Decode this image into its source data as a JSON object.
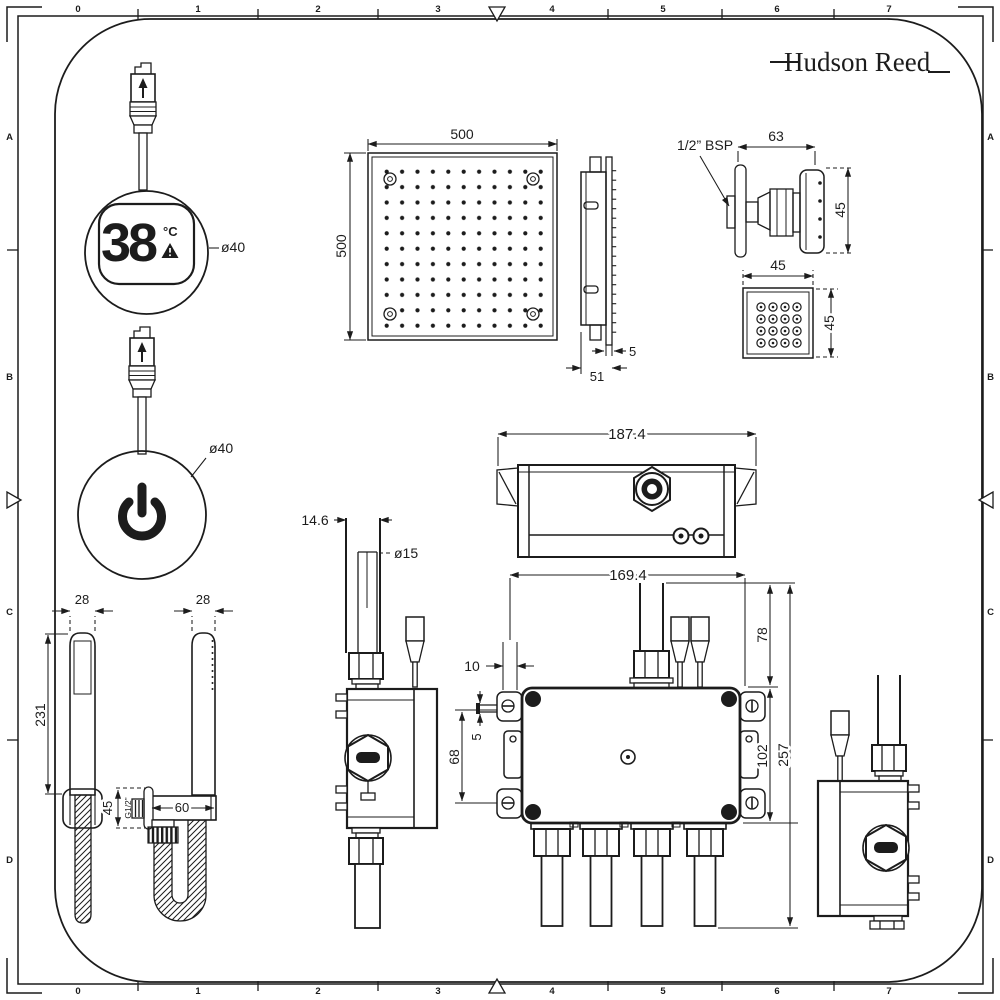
{
  "colors": {
    "ink": "#1c1c1c",
    "paper": "#ffffff"
  },
  "brand": {
    "name": "Hudson Reed"
  },
  "frame": {
    "top_ruler": [
      "0",
      "1",
      "2",
      "3",
      "4",
      "5",
      "6",
      "7"
    ],
    "bottom_ruler": [
      "0",
      "1",
      "2",
      "3",
      "4",
      "5",
      "6",
      "7"
    ],
    "left_ruler": [
      "A",
      "B",
      "C",
      "D"
    ],
    "right_ruler": [
      "A",
      "B",
      "C",
      "D"
    ]
  },
  "controls": {
    "thermostat": {
      "display_value": "38",
      "display_unit": "°C",
      "diameter_label": "ø40"
    },
    "power": {
      "diameter_label": "ø40"
    }
  },
  "shower_head": {
    "front_width_mm": "500",
    "front_height_mm": "500",
    "plate_thickness_mm": "5",
    "side_depth_mm": "51"
  },
  "body_jet": {
    "thread_label": "1/2” BSP",
    "depth_mm": "63",
    "side_height_mm": "45",
    "front_width_mm": "45",
    "front_height_mm": "45"
  },
  "handset": {
    "head_width_mm": "28",
    "side_width_mm": "28",
    "length_mm": "231",
    "outlet_height_mm": "45",
    "outlet_thread_label": "G1/2”",
    "bracket_width_mm": "60"
  },
  "valves": {
    "pipe_offset_mm": "14.6",
    "pipe_diameter_label": "ø15"
  },
  "mixer_box": {
    "top_width_mm": "187.4",
    "front_width_mm": "169.4",
    "inlet_height_mm": "78",
    "body_height_mm": "102",
    "total_height_mm": "257",
    "tab_width_mm": "10",
    "pipe_thickness_mm": "5",
    "tab_spacing_mm": "68"
  }
}
